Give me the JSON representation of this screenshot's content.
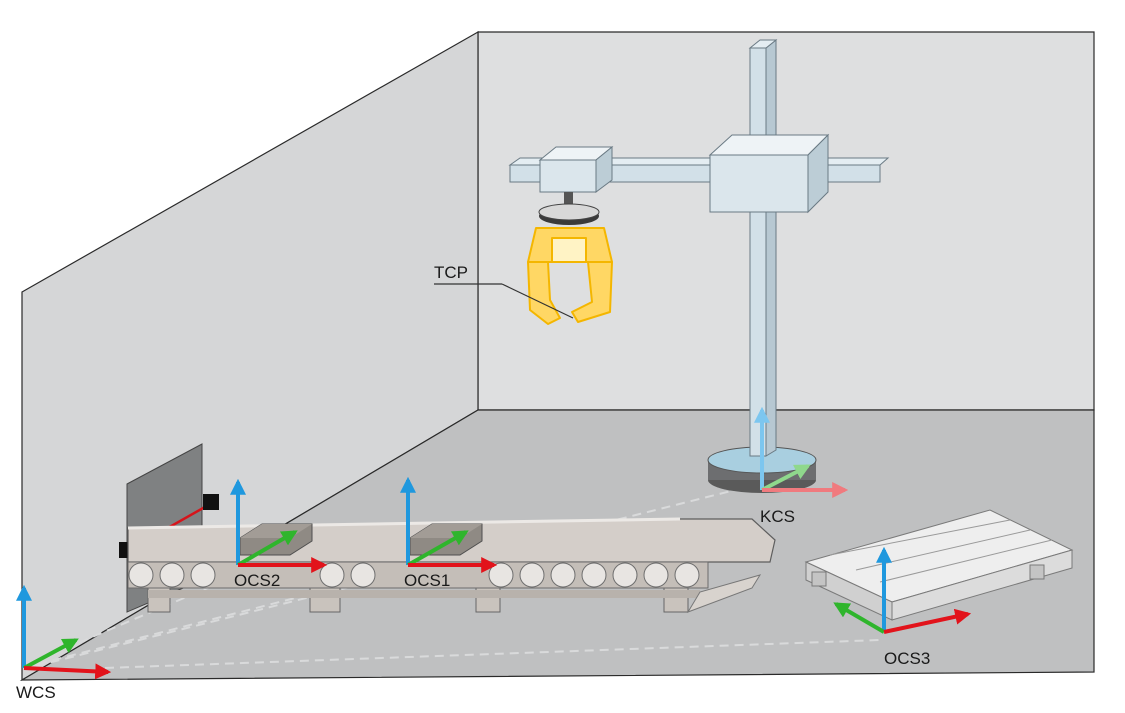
{
  "labels": {
    "tcp": "TCP",
    "kcs": "KCS",
    "ocs1": "OCS1",
    "ocs2": "OCS2",
    "ocs3": "OCS3",
    "wcs": "WCS"
  },
  "colors": {
    "axis_x": "#e2131b",
    "axis_y": "#2fb52c",
    "axis_z": "#1f98de",
    "back_wall": "#dedfe0",
    "left_wall": "#d5d6d7",
    "floor": "#bfc0c1",
    "gripper": "#ffd764",
    "frame_links": "#d9dadb"
  }
}
